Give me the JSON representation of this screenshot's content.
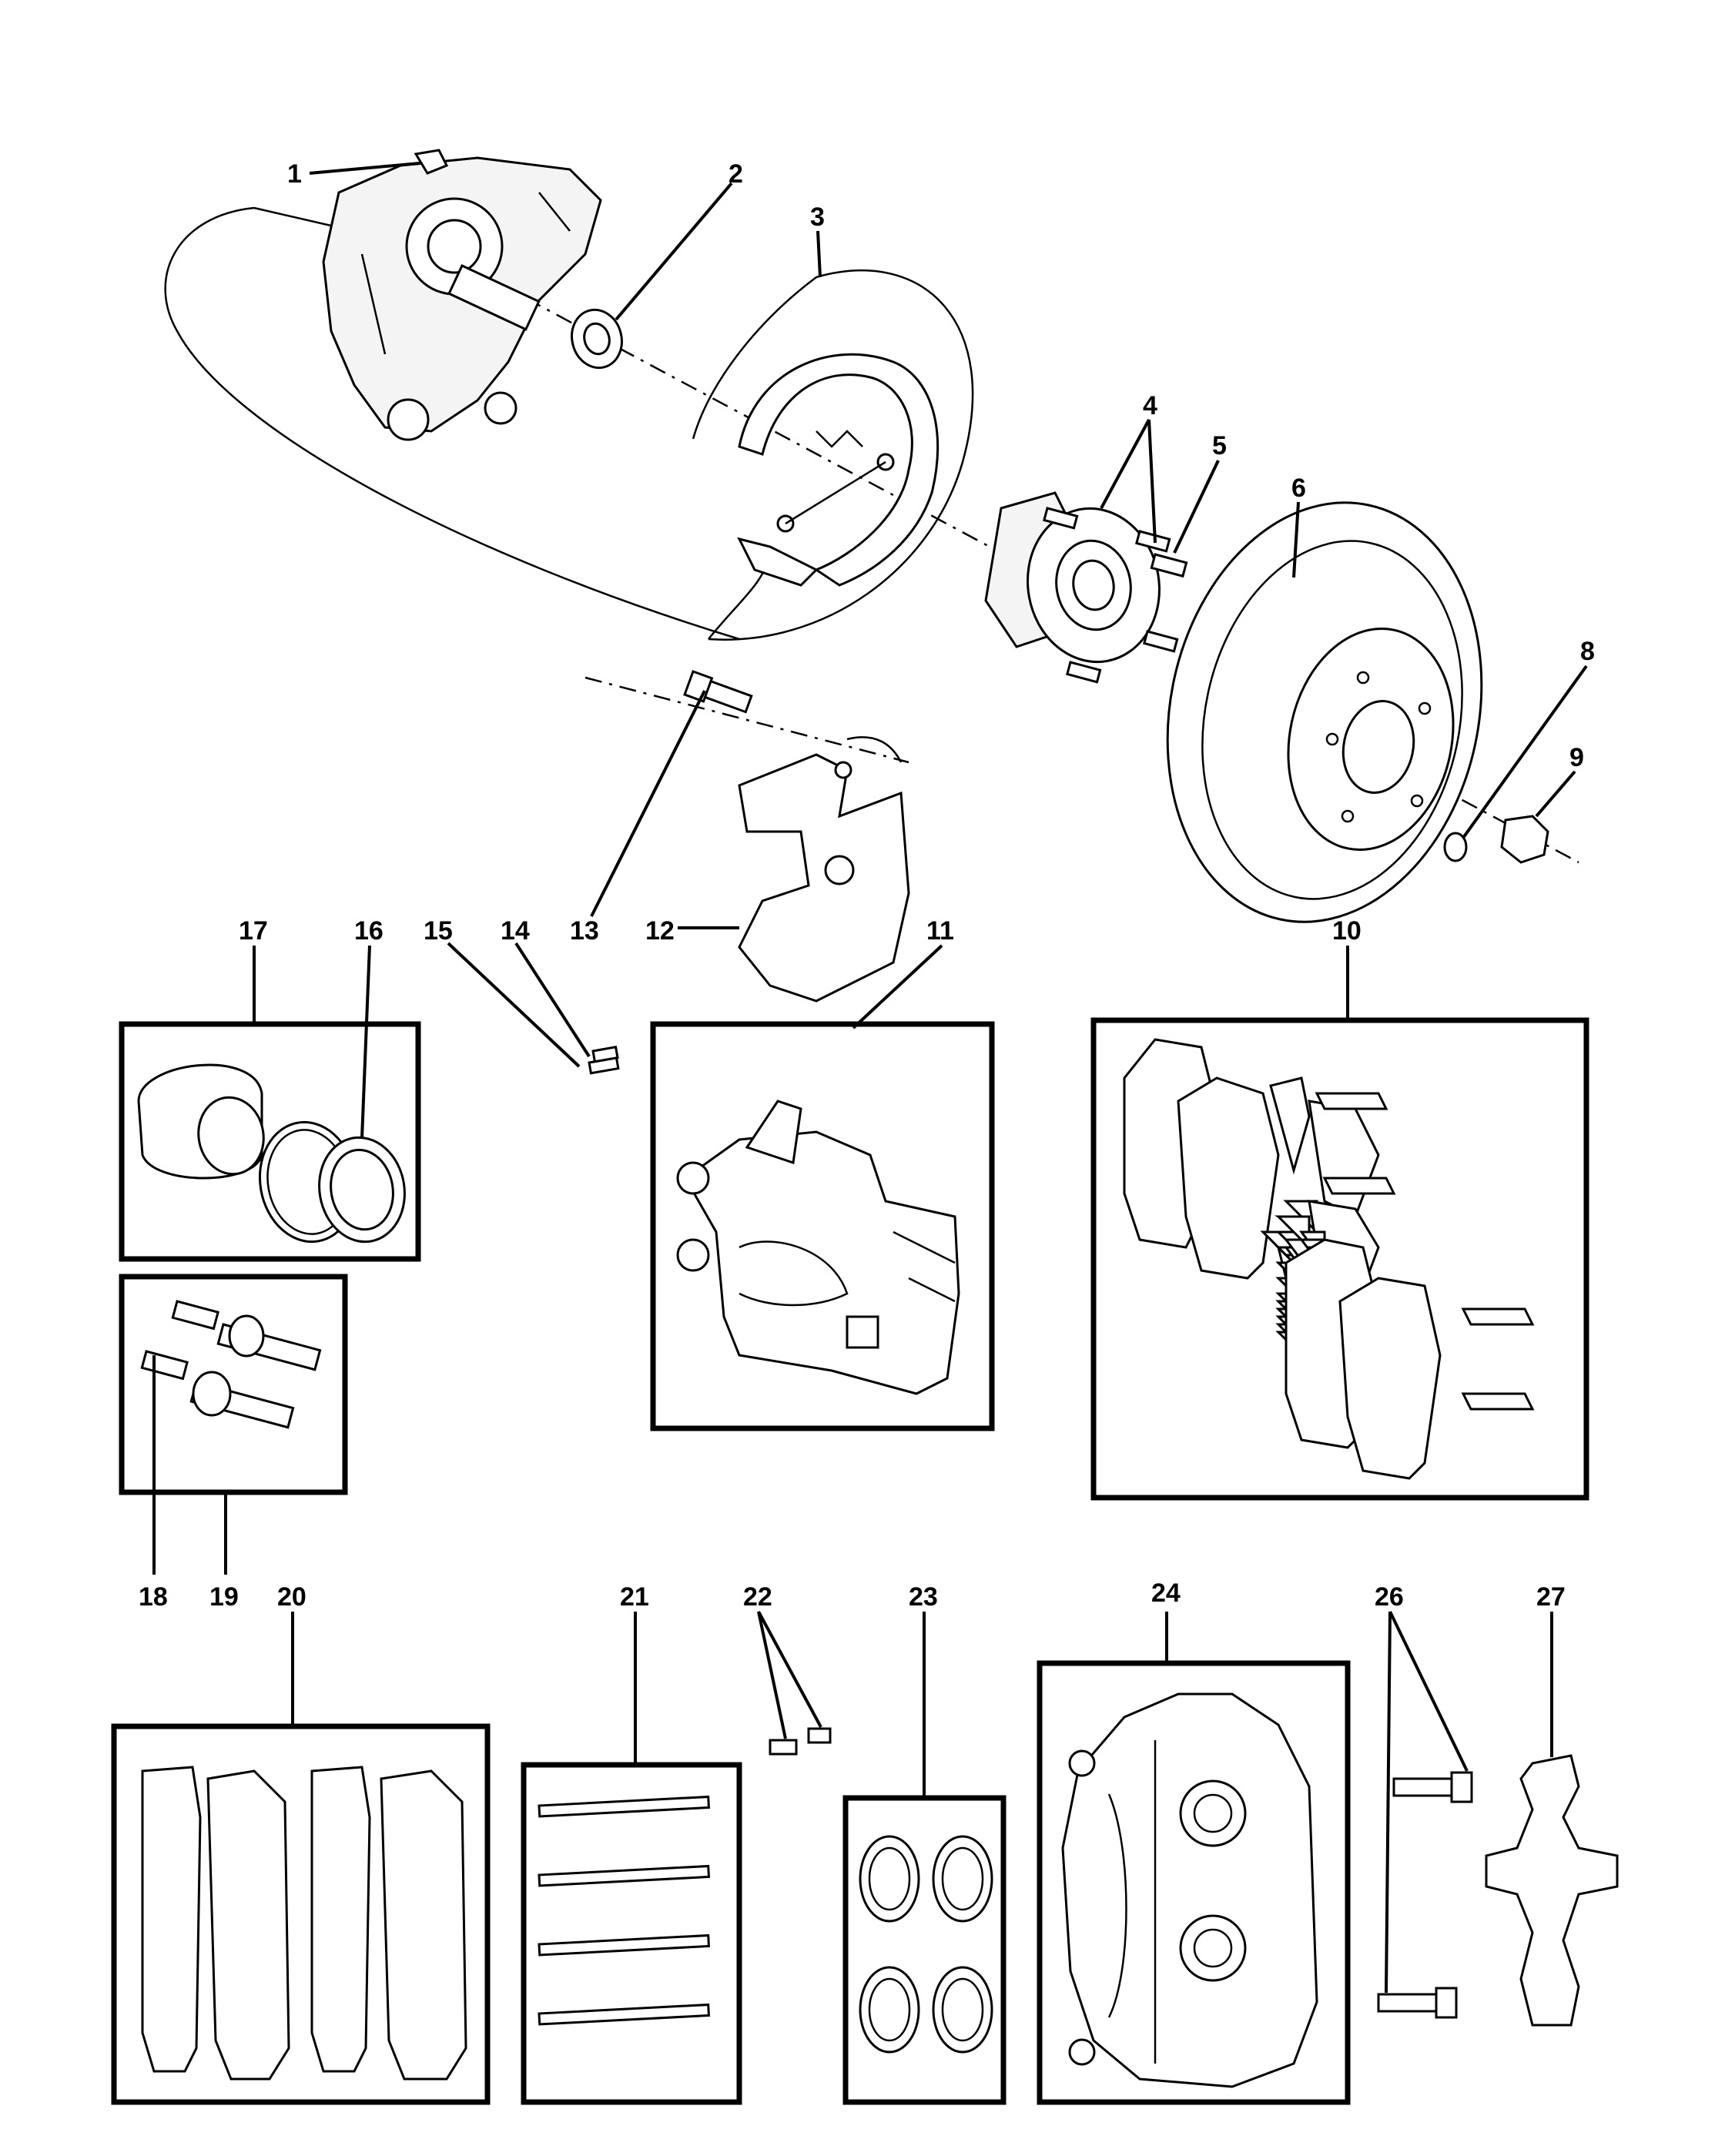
{
  "callouts": [
    {
      "id": "c1",
      "text": "1"
    },
    {
      "id": "c2",
      "text": "2"
    },
    {
      "id": "c3",
      "text": "3"
    },
    {
      "id": "c4",
      "text": "4"
    },
    {
      "id": "c5",
      "text": "5"
    },
    {
      "id": "c6",
      "text": "6"
    },
    {
      "id": "c8",
      "text": "8"
    },
    {
      "id": "c9",
      "text": "9"
    },
    {
      "id": "c10",
      "text": "10"
    },
    {
      "id": "c11",
      "text": "11"
    },
    {
      "id": "c12",
      "text": "12"
    },
    {
      "id": "c13",
      "text": "13"
    },
    {
      "id": "c14",
      "text": "14"
    },
    {
      "id": "c15",
      "text": "15"
    },
    {
      "id": "c16",
      "text": "16"
    },
    {
      "id": "c17",
      "text": "17"
    },
    {
      "id": "c18",
      "text": "18"
    },
    {
      "id": "c19",
      "text": "19"
    },
    {
      "id": "c20",
      "text": "20"
    },
    {
      "id": "c21",
      "text": "21"
    },
    {
      "id": "c22",
      "text": "22"
    },
    {
      "id": "c23",
      "text": "23"
    },
    {
      "id": "c24",
      "text": "24"
    },
    {
      "id": "c26",
      "text": "26"
    },
    {
      "id": "c27",
      "text": "27"
    }
  ],
  "colors": {
    "ink": "#000000",
    "paper": "#ffffff"
  }
}
